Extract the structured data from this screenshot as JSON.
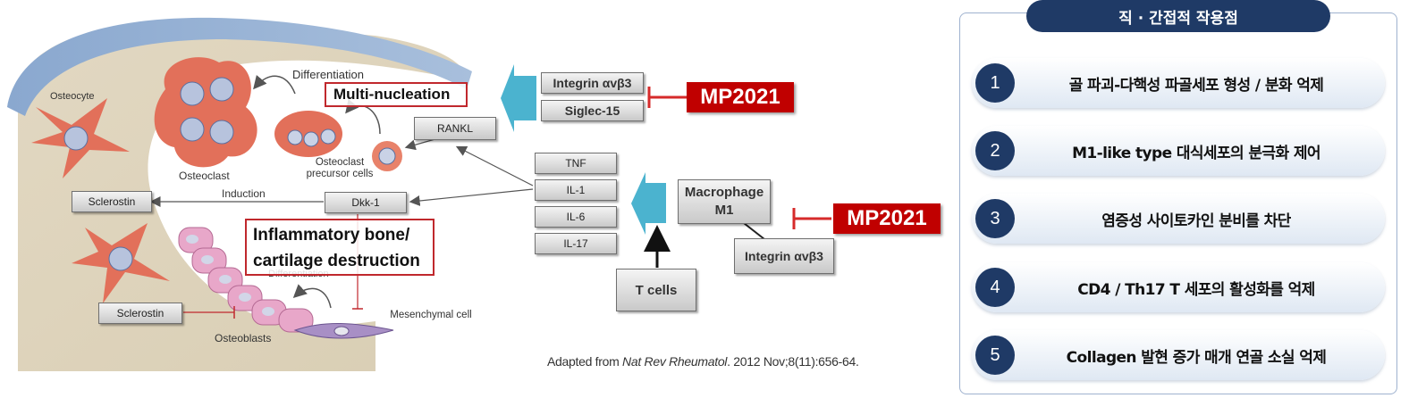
{
  "diagram": {
    "labels": {
      "osteocyte": "Osteocyte",
      "osteoclast": "Osteoclast",
      "differentiation_top": "Differentiation",
      "multi_nucleation": "Multi-nucleation",
      "precursor": "Osteoclast precursor cells",
      "sclerostin_top": "Sclerostin",
      "induction": "Induction",
      "dkk1": "Dkk-1",
      "inflammatory": "Inflammatory bone/ cartilage destruction",
      "differentiation_bottom": "Differentiation",
      "sclerostin_bottom": "Sclerostin",
      "osteoblasts": "Osteoblasts",
      "mesenchymal": "Mesenchymal cell",
      "rankl": "RANKL",
      "integrin_top": "Integrin αvβ3",
      "siglec": "Siglec-15",
      "mp_top": "MP2021",
      "tnf": "TNF",
      "il1": "IL-1",
      "il6": "IL-6",
      "il17": "IL-17",
      "macrophage": "Macrophage M1",
      "mp_bottom": "MP2021",
      "integrin_bottom": "Integrin αvβ3",
      "tcells": "T cells"
    },
    "citation": {
      "prefix": "Adapted from ",
      "journal": "Nat Rev Rheumatol",
      "suffix": ". 2012 Nov;8(11):656-64."
    }
  },
  "panel": {
    "title": "직 · 간접적 작용점",
    "items": [
      {
        "num": "1",
        "text": "골 파괴-다핵성 파골세포 형성 / 분화 억제"
      },
      {
        "num": "2",
        "text": "M1-like type 대식세포의 분극화 제어"
      },
      {
        "num": "3",
        "text": "염증성 사이토카인 분비를 차단"
      },
      {
        "num": "4",
        "text": "CD4 / Th17 T 세포의 활성화를 억제"
      },
      {
        "num": "5",
        "text": "Collagen 발현 증가 매개 연골 소실 억제"
      }
    ]
  },
  "colors": {
    "navy": "#1f3a66",
    "mp_red": "#c00000",
    "arrow_teal": "#4bb3cf",
    "bone_beige": "#e8e0cc",
    "cell_salmon": "#e2705a",
    "osteoblast_pink": "#e8a7c9"
  }
}
